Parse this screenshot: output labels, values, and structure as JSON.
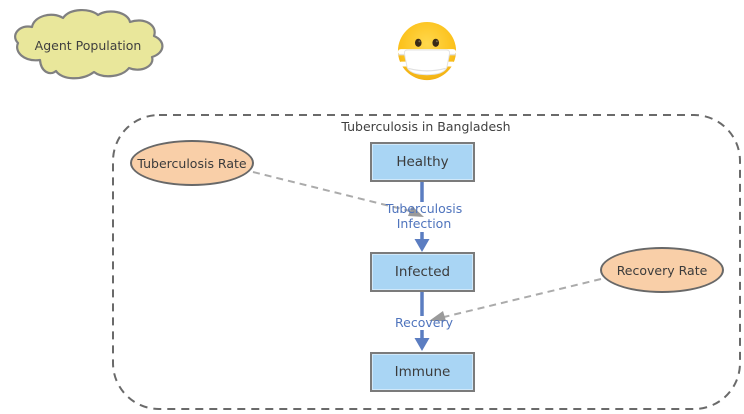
{
  "agent_population": {
    "label": "Agent Population"
  },
  "emoji": {
    "name": "face-with-medical-mask"
  },
  "diagram": {
    "title": "Tuberculosis in Bangladesh",
    "states": [
      {
        "id": "healthy",
        "label": "Healthy"
      },
      {
        "id": "infected",
        "label": "Infected"
      },
      {
        "id": "immune",
        "label": "Immune"
      }
    ],
    "transitions": [
      {
        "id": "tuberculosis-infection",
        "lines": [
          "Tuberculosis",
          "Infection"
        ],
        "from": "Healthy",
        "to": "Infected"
      },
      {
        "id": "recovery",
        "lines": [
          "Recovery"
        ],
        "from": "Infected",
        "to": "Immune"
      }
    ],
    "parameters": [
      {
        "id": "tuberculosis-rate",
        "label": "Tuberculosis Rate",
        "points_to": "tuberculosis-infection"
      },
      {
        "id": "recovery-rate",
        "label": "Recovery Rate",
        "points_to": "recovery"
      }
    ]
  },
  "colors": {
    "cloud_fill": "#e9e79b",
    "cloud_stroke": "#808080",
    "state_fill": "#a9d5f4",
    "state_stroke": "#7b7b7b",
    "param_fill": "#f9cfa8",
    "param_stroke": "#686868",
    "accent_blue": "#4f74bd",
    "connector_gray": "#ababab",
    "frame_stroke": "#6a6a6a"
  }
}
